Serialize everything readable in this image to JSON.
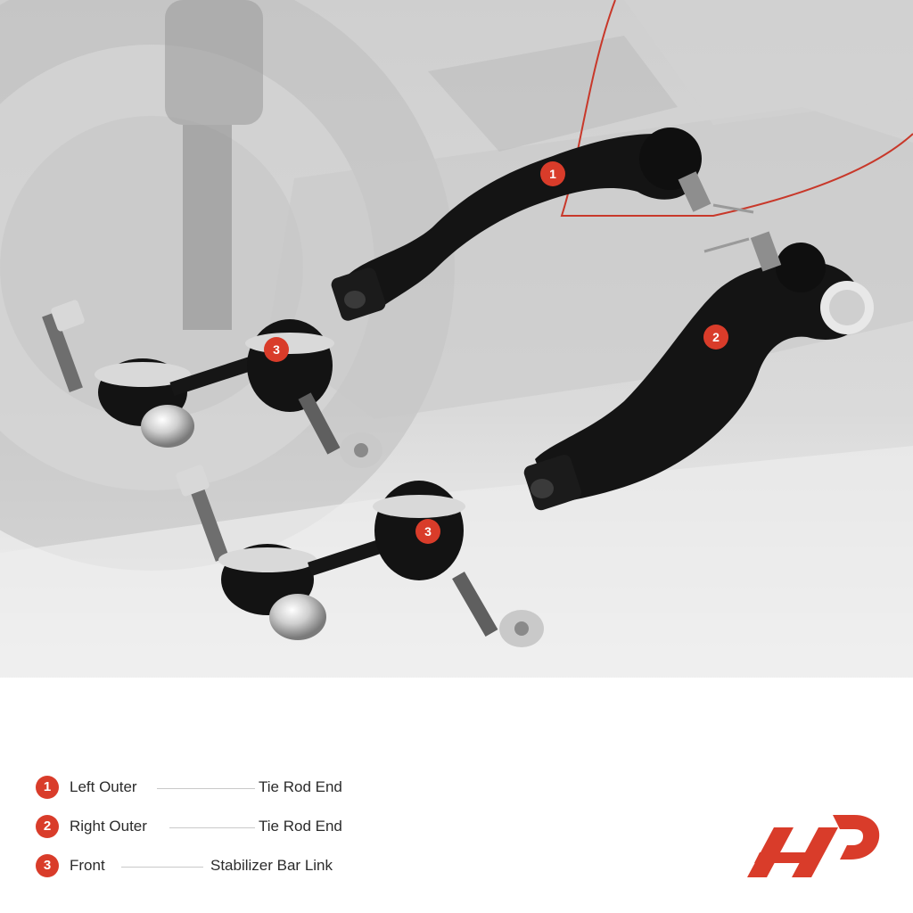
{
  "colors": {
    "accent": "#d93c2a",
    "text": "#2b2b2b",
    "part_black": "#141414"
  },
  "callouts": [
    {
      "number": "1"
    },
    {
      "number": "2"
    },
    {
      "number": "3"
    },
    {
      "number": "3"
    }
  ],
  "legend": [
    {
      "number": "1",
      "left": "Left Outer",
      "right": "Tie Rod End"
    },
    {
      "number": "2",
      "left": "Right Outer",
      "right": "Tie Rod End"
    },
    {
      "number": "3",
      "left": "Front",
      "right": "Stabilizer Bar Link"
    }
  ],
  "logo": {
    "name": "brand-logo"
  }
}
